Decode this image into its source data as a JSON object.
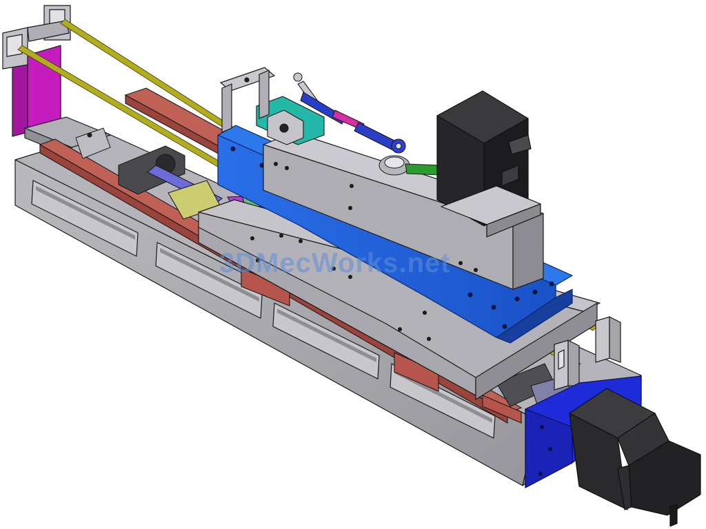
{
  "watermark": {
    "text": "3DMecWorks.net"
  },
  "colors": {
    "background": "#ffffff",
    "base_plate": "#a6a6ac",
    "rail": "#b5554b",
    "carriage_blue": "#1f5ee0",
    "motor_black": "#2a2a2a",
    "guide_rod": "#b2ad1e",
    "magenta_block": "#c21bb4",
    "teal_clamp": "#20b5a5",
    "end_plate_blue": "#1e2bd8"
  },
  "parts": [
    "base-plate",
    "linear-rail",
    "sliding-table",
    "blue-carriage",
    "vertical-column",
    "servo-motor",
    "stepper-motor",
    "guide-rods",
    "rod-end-linkage",
    "end-brackets"
  ]
}
